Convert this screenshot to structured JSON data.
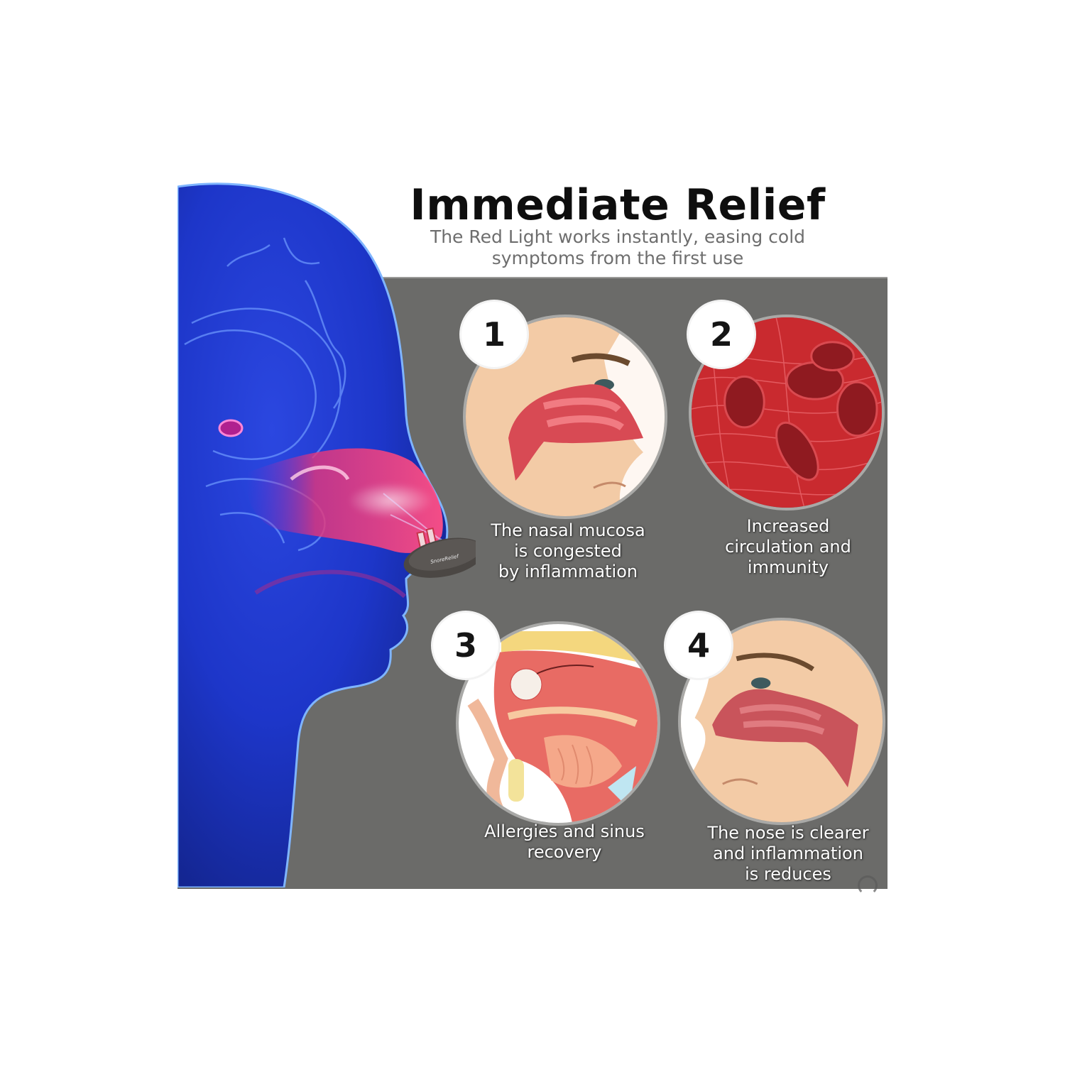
{
  "header": {
    "title": "Immediate Relief",
    "subtitle_line1": "The Red Light works instantly, easing cold",
    "subtitle_line2": "symptoms from the first use"
  },
  "illustration": {
    "subject": "blue translucent human head profile with brain, pink glowing nasal cavity, and red-light nasal device inserted in nostril",
    "device_label": "red-light-nasal-therapy-device"
  },
  "steps": [
    {
      "number": "1",
      "image": "congested-nasal-cavity-cross-section",
      "caption_lines": [
        "The nasal mucosa",
        "is congested",
        "by inflammation"
      ]
    },
    {
      "number": "2",
      "image": "red-blood-cells-in-vessel",
      "caption_lines": [
        "Increased",
        "circulation and",
        "immunity"
      ]
    },
    {
      "number": "3",
      "image": "sinus-and-throat-anatomy-cross-section",
      "caption_lines": [
        "Allergies and sinus",
        "recovery"
      ]
    },
    {
      "number": "4",
      "image": "clear-nasal-passage-cross-section",
      "caption_lines": [
        "The nose is clearer",
        "and inflammation",
        "is reduces"
      ]
    }
  ],
  "colors": {
    "background": "#ffffff",
    "panel": "#6b6b69",
    "title": "#0e0e0e",
    "subtitle": "#6e6e6e",
    "caption": "#ffffff",
    "head_blue": "#1f3fd6",
    "nasal_pink": "#f03a78",
    "blood_red": "#d8343a",
    "skin": "#f2c9a4"
  }
}
